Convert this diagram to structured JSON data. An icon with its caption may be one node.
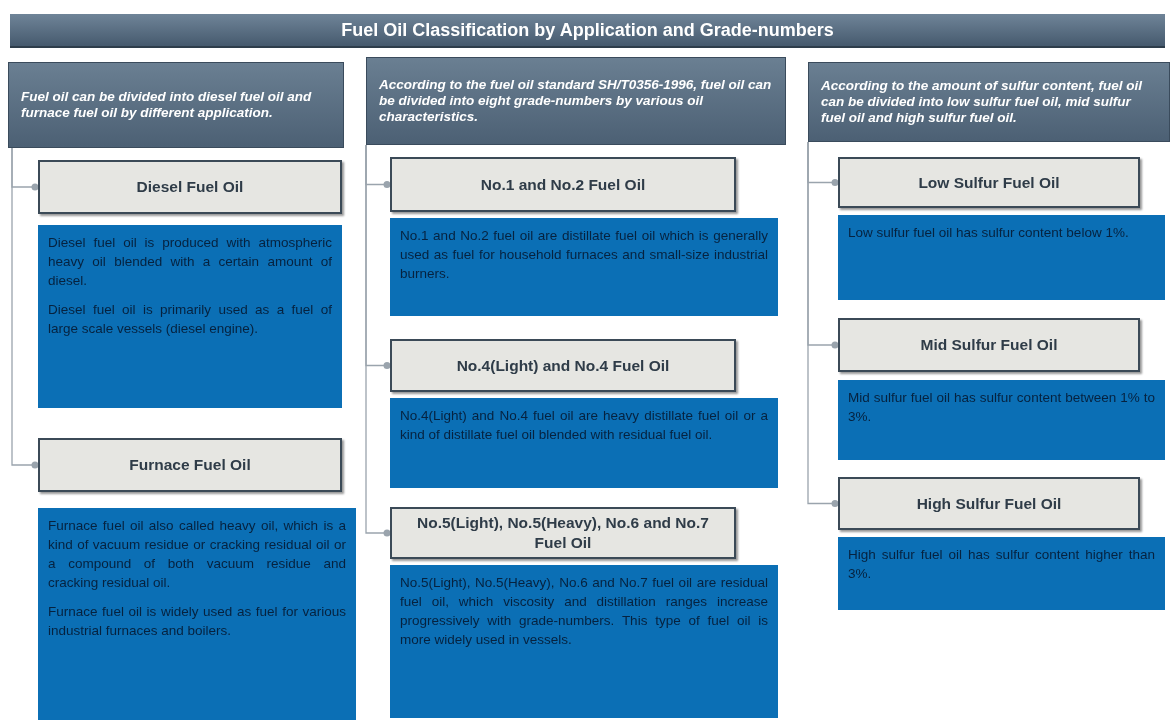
{
  "diagram": {
    "title": "Fuel Oil Classification by Application and Grade-numbers",
    "nodes": [
      {
        "text": [
          "Fuel oil can be divided into diesel fuel oil and furnace fuel oil by different application."
        ]
      },
      {
        "text": [
          "Diesel Fuel Oil"
        ]
      },
      {
        "text": [
          "Diesel fuel oil is produced with atmospheric heavy oil blended with a certain amount of diesel.",
          "Diesel fuel oil is primarily used as a fuel of large scale vessels (diesel engine)."
        ]
      },
      {
        "text": [
          "Furnace Fuel Oil"
        ]
      },
      {
        "text": [
          "Furnace fuel oil also called heavy oil, which is a kind of vacuum residue or cracking residual oil or a compound of both vacuum residue and cracking residual oil.",
          "Furnace fuel oil is widely used as fuel for various industrial furnaces and boilers."
        ]
      },
      {
        "text": [
          "According to the fuel oil standard SH/T0356-1996, fuel oil can be divided into eight grade-numbers by various oil characteristics."
        ]
      },
      {
        "text": [
          "No.1 and No.2 Fuel Oil"
        ]
      },
      {
        "text": [
          "No.1 and No.2 fuel oil are distillate fuel oil which is generally used as fuel for household furnaces and small-size industrial burners."
        ]
      },
      {
        "text": [
          "No.4(Light) and No.4 Fuel Oil"
        ]
      },
      {
        "text": [
          "No.4(Light) and No.4 fuel oil are heavy distillate fuel oil or a kind of distillate fuel oil blended with residual fuel oil."
        ]
      },
      {
        "text": [
          "No.5(Light), No.5(Heavy), No.6 and No.7 Fuel Oil"
        ]
      },
      {
        "text": [
          "No.5(Light), No.5(Heavy), No.6 and No.7 fuel oil are residual fuel oil, which viscosity and distillation ranges increase progressively with grade-numbers. This type of fuel oil is more widely used in vessels."
        ]
      },
      {
        "text": [
          "According to the amount of sulfur content, fuel oil can be divided into low sulfur fuel oil, mid sulfur fuel oil and high sulfur fuel oil."
        ]
      },
      {
        "text": [
          "Low Sulfur Fuel Oil"
        ]
      },
      {
        "text": [
          "Low sulfur fuel oil has sulfur content below 1%."
        ]
      },
      {
        "text": [
          "Mid Sulfur Fuel Oil"
        ]
      },
      {
        "text": [
          "Mid sulfur fuel oil has sulfur content between 1% to 3%."
        ]
      },
      {
        "text": [
          "High Sulfur Fuel Oil"
        ]
      },
      {
        "text": [
          "High sulfur fuel oil has sulfur content higher than 3%."
        ]
      }
    ],
    "edges": [
      {
        "from": 0,
        "to": 1,
        "arrow": "other"
      },
      {
        "from": 0,
        "to": 3,
        "arrow": "other"
      },
      {
        "from": 5,
        "to": 6,
        "arrow": "other"
      },
      {
        "from": 5,
        "to": 8,
        "arrow": "other"
      },
      {
        "from": 5,
        "to": 10,
        "arrow": "other"
      },
      {
        "from": 12,
        "to": 13,
        "arrow": "other"
      },
      {
        "from": 12,
        "to": 15,
        "arrow": "other"
      },
      {
        "from": 12,
        "to": 17,
        "arrow": "other"
      }
    ]
  }
}
